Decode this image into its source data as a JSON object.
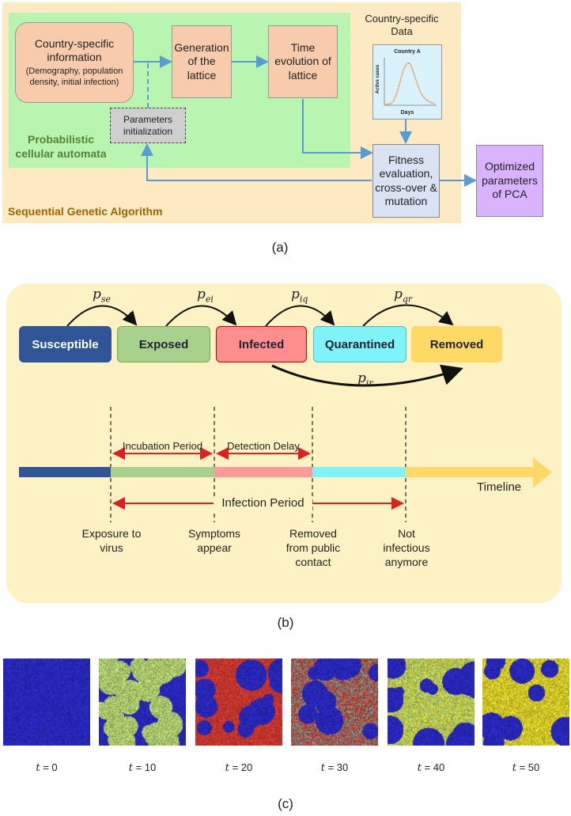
{
  "panel_a": {
    "country_info": {
      "title": "Country-specific information",
      "detail": "(Demography, population density, initial infection)"
    },
    "generation": "Generation of the lattice",
    "time_evolution": "Time evolution of lattice",
    "country_data": "Country-specific Data",
    "inset": {
      "title": "Country A",
      "ylabel": "Active cases",
      "xlabel": "Days"
    },
    "params_init": "Parameters initialization",
    "pca_label": "Probabilistic cellular automata",
    "fitness": "Fitness evaluation, cross-over & mutation",
    "optimized": "Optimized parameters of PCA",
    "sga_label": "Sequential Genetic Algorithm",
    "caption": "(a)"
  },
  "panel_b": {
    "states": [
      "Susceptible",
      "Exposed",
      "Infected",
      "Quarantined",
      "Removed"
    ],
    "transitions": [
      {
        "p": "p",
        "sub": "se"
      },
      {
        "p": "p",
        "sub": "ei"
      },
      {
        "p": "p",
        "sub": "iq"
      },
      {
        "p": "p",
        "sub": "qr"
      },
      {
        "p": "p",
        "sub": "ir"
      }
    ],
    "incubation": "Incubation Period",
    "detection": "Detection Delay",
    "infection": "Infection Period",
    "timeline": "Timeline",
    "milestones": [
      "Exposure to virus",
      "Symptoms appear",
      "Removed from public contact",
      "Not infectious anymore"
    ],
    "caption": "(b)"
  },
  "panel_c": {
    "t_symbol": "t",
    "times": [
      "= 0",
      "= 10",
      "= 20",
      "= 30",
      "= 40",
      "= 50"
    ],
    "caption": "(c)"
  },
  "colors": {
    "susceptible": "#2f5597",
    "exposed": "#a9d18e",
    "infected": "#ff8f8f",
    "quarantined": "#7ff3f7",
    "removed": "#ffd966",
    "arrow": "#5b9bd5",
    "red_arrow": "#e02020"
  }
}
